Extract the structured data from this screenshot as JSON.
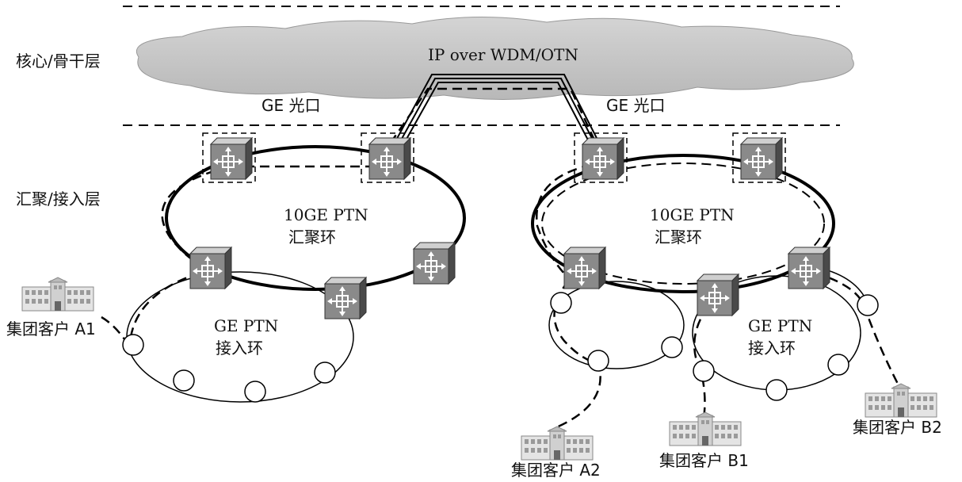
{
  "layers": {
    "core": "核心/骨干层",
    "aggregation": "汇聚/接入层"
  },
  "core_network": "IP over WDM/OTN",
  "interfaces": {
    "left": "GE 光口",
    "right": "GE 光口"
  },
  "rings": {
    "left_aggregation": {
      "line1": "10GE PTN",
      "line2": "汇聚环"
    },
    "right_aggregation": {
      "line1": "10GE PTN",
      "line2": "汇聚环"
    },
    "left_access": {
      "line1": "GE PTN",
      "line2": "接入环"
    },
    "right_access": {
      "line1": "GE PTN",
      "line2": "接入环"
    }
  },
  "customers": {
    "a1": "集团客户 A1",
    "a2": "集团客户 A2",
    "b1": "集团客户 B1",
    "b2": "集团客户 B2"
  },
  "icons": {
    "router": "ptn-router-icon",
    "building": "customer-building-icon",
    "access_node": "access-node-icon"
  },
  "colors": {
    "cloud": "#c8c8c8",
    "router_face": "#8a8a8a",
    "line": "#000000"
  }
}
